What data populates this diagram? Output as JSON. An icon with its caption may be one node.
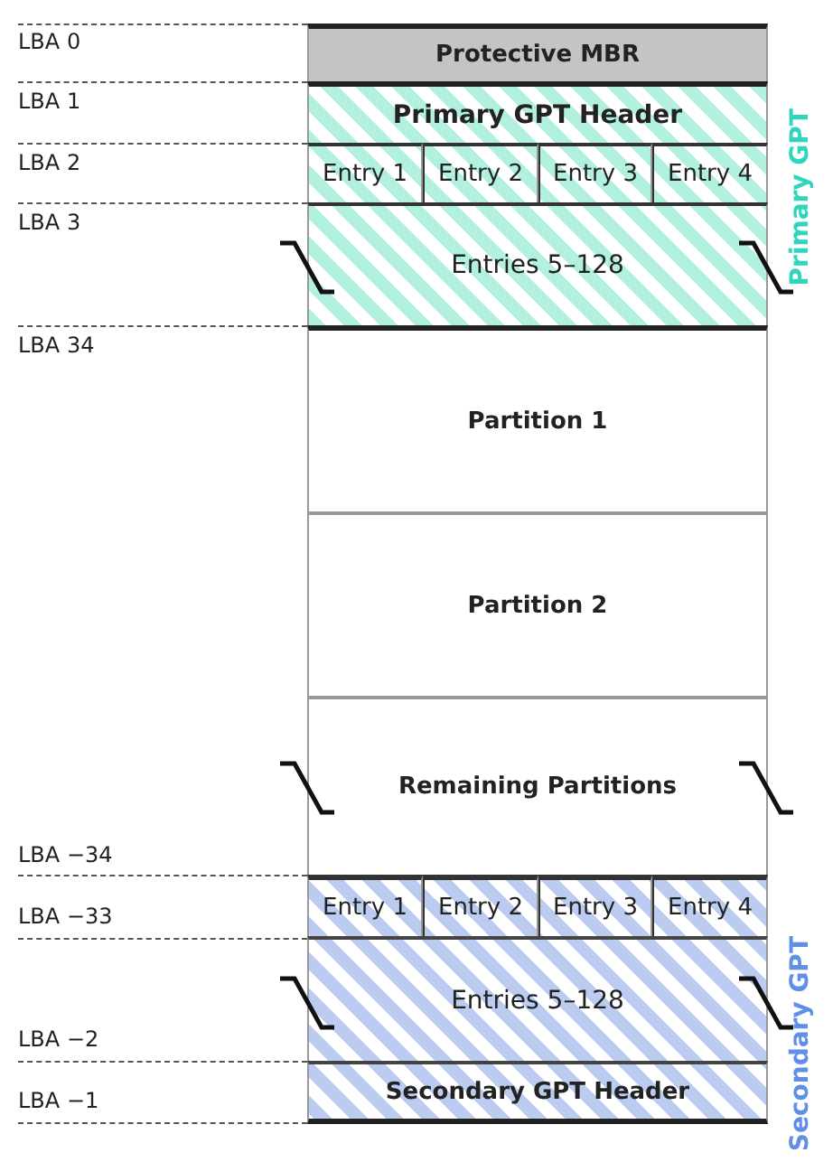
{
  "diagram": {
    "nodes": [
      {
        "text": [
          "Protective MBR"
        ]
      },
      {
        "text": [
          "Primary GPT Header"
        ]
      },
      {
        "text": [
          "Entry 1"
        ]
      },
      {
        "text": [
          "Entry 2"
        ]
      },
      {
        "text": [
          "Entry 3"
        ]
      },
      {
        "text": [
          "Entry 4"
        ]
      },
      {
        "text": [
          "Entries 5–128"
        ]
      },
      {
        "text": [
          "Partition 1"
        ]
      },
      {
        "text": [
          "Partition 2"
        ]
      },
      {
        "text": [
          "Remaining Partitions"
        ]
      },
      {
        "text": [
          "Entry 1"
        ]
      },
      {
        "text": [
          "Entry 2"
        ]
      },
      {
        "text": [
          "Entry 3"
        ]
      },
      {
        "text": [
          "Entry 4"
        ]
      },
      {
        "text": [
          "Entries 5–128"
        ]
      },
      {
        "text": [
          "Secondary GPT Header"
        ]
      }
    ],
    "labels": [
      "LBA 0",
      "LBA 1",
      "Primary GPT",
      "LBA 2",
      "LBA 3",
      "LBA 34",
      "LBA −34",
      "LBA −33",
      "Secondary GPT",
      "LBA −2",
      "LBA −1"
    ]
  }
}
